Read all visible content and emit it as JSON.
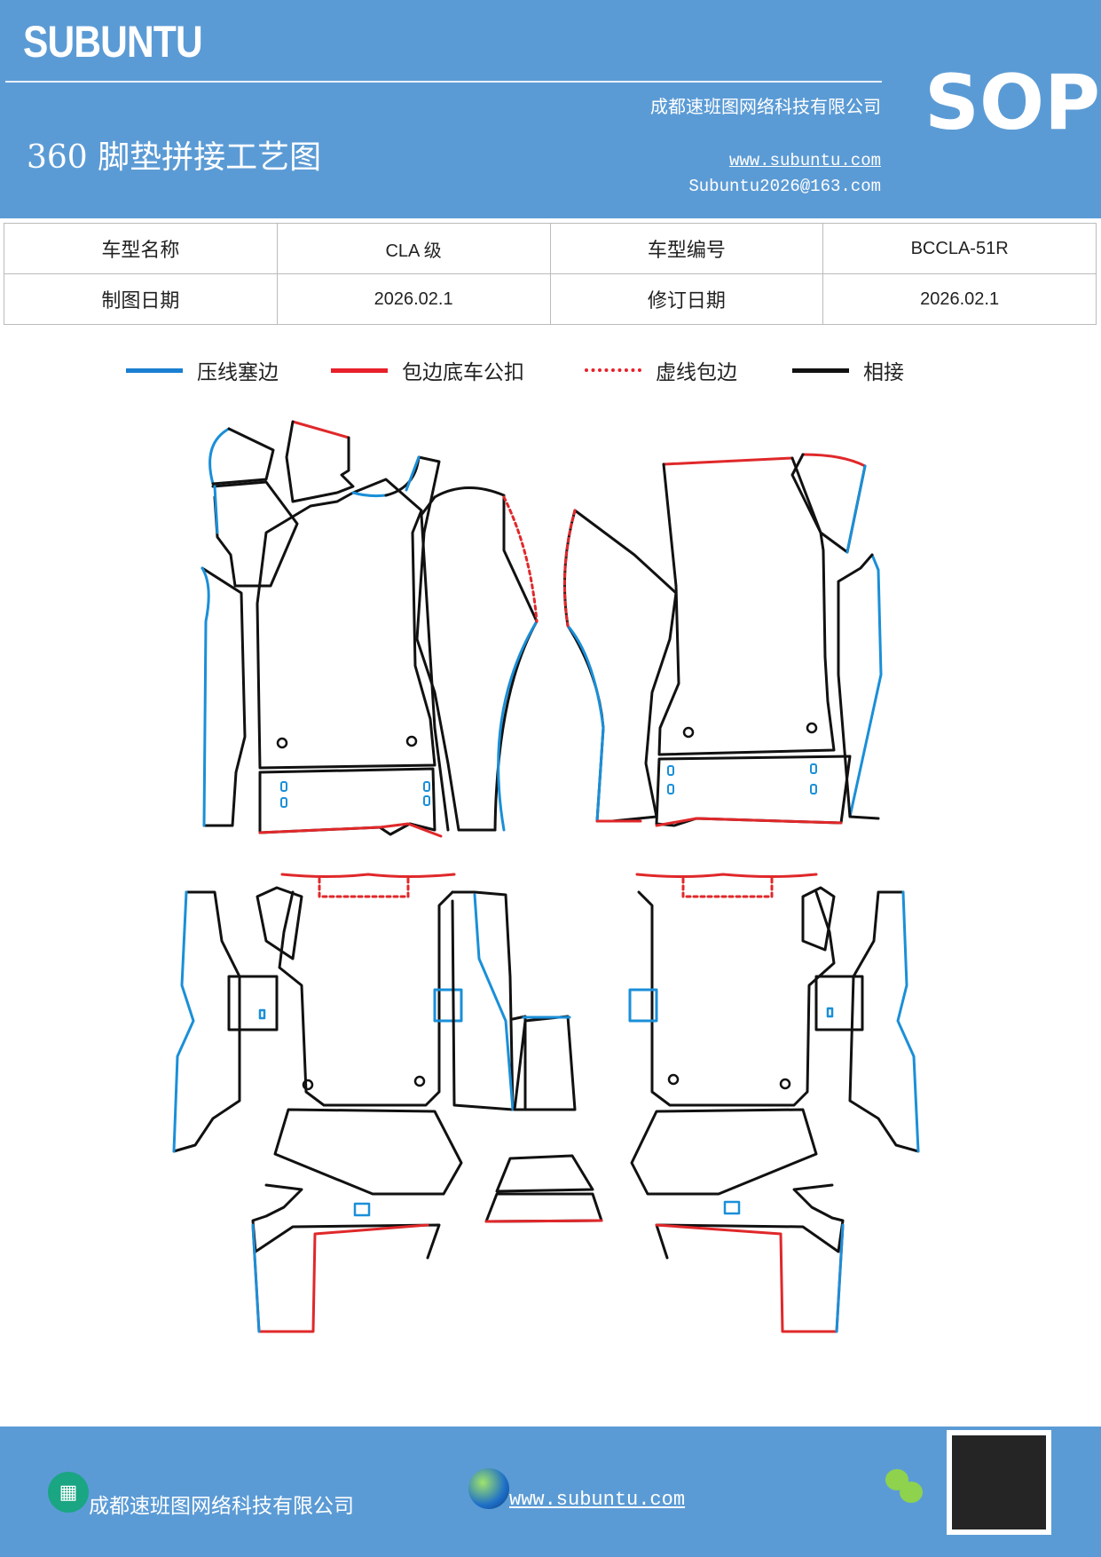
{
  "header": {
    "brand": "SUBUNTU",
    "sop": "SOP",
    "company": "成都速班图网络科技有限公司",
    "title": "360 脚垫拼接工艺图",
    "website": "www.subuntu.com",
    "email": "Subuntu2026@163.com"
  },
  "info_table": {
    "rows": [
      [
        "车型名称",
        "CLA 级",
        "车型编号",
        "BCCLA-51R"
      ],
      [
        "制图日期",
        "2026.02.1",
        "修订日期",
        "2026.02.1"
      ]
    ]
  },
  "legend": [
    {
      "label": "压线塞边",
      "color": "#1a7fd0",
      "style": "solid"
    },
    {
      "label": "包边底车公扣",
      "color": "#e8202a",
      "style": "solid"
    },
    {
      "label": "虚线包边",
      "color": "#e8202a",
      "style": "dotted"
    },
    {
      "label": "相接",
      "color": "#111111",
      "style": "solid"
    }
  ],
  "footer": {
    "company": "成都速班图网络科技有限公司",
    "website": "www.subuntu.com",
    "icons": [
      "building-icon",
      "globe-icon",
      "wechat-icon",
      "qr-code"
    ]
  },
  "colors": {
    "header_bg": "#5b9bd5",
    "blue_edge": "#1a8fd8",
    "red_edge": "#e0282a"
  }
}
